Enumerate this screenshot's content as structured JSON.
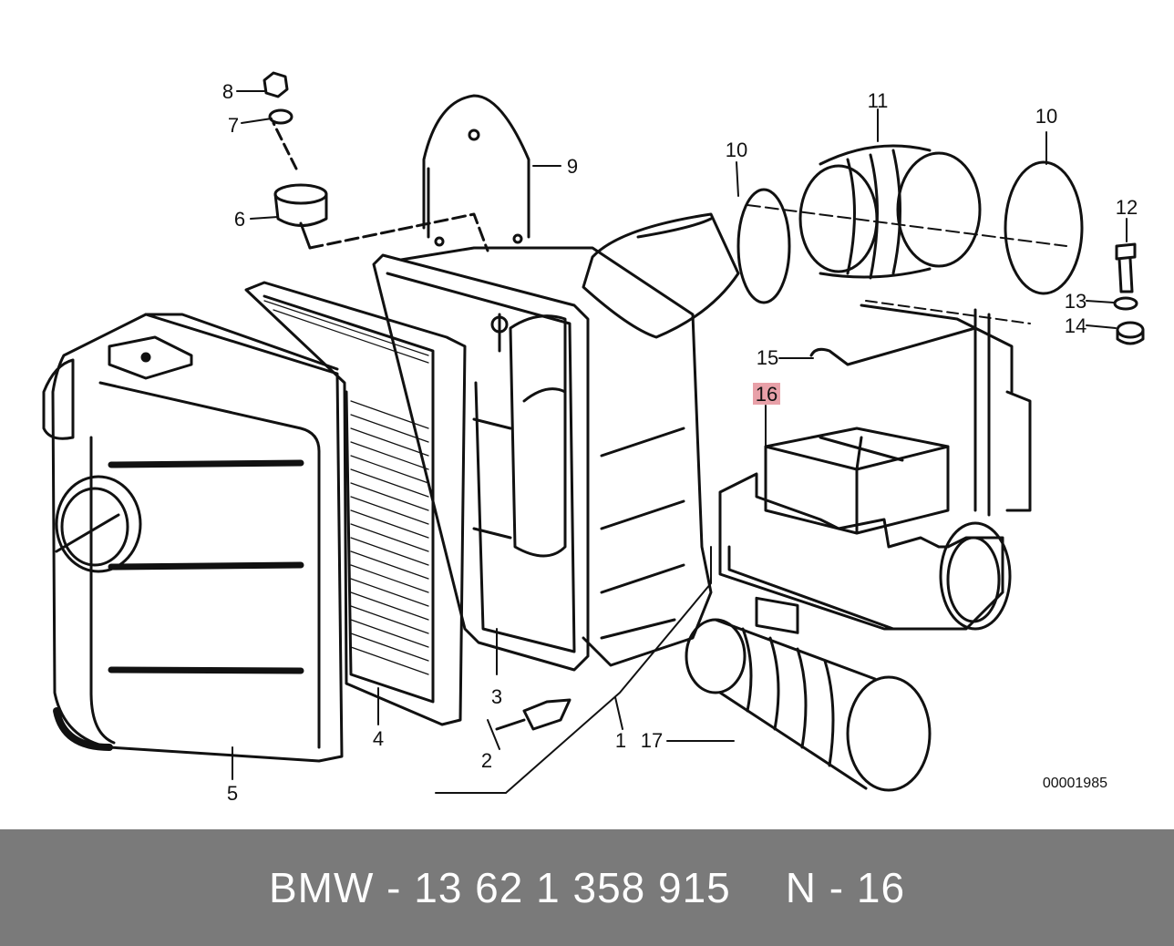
{
  "diagram": {
    "callouts": [
      {
        "id": "c1",
        "label": "1"
      },
      {
        "id": "c2",
        "label": "2"
      },
      {
        "id": "c3",
        "label": "3"
      },
      {
        "id": "c4",
        "label": "4"
      },
      {
        "id": "c5",
        "label": "5"
      },
      {
        "id": "c6",
        "label": "6"
      },
      {
        "id": "c7",
        "label": "7"
      },
      {
        "id": "c8",
        "label": "8"
      },
      {
        "id": "c9",
        "label": "9"
      },
      {
        "id": "c10a",
        "label": "10"
      },
      {
        "id": "c10b",
        "label": "10"
      },
      {
        "id": "c11",
        "label": "11"
      },
      {
        "id": "c12",
        "label": "12"
      },
      {
        "id": "c13",
        "label": "13"
      },
      {
        "id": "c14",
        "label": "14"
      },
      {
        "id": "c15",
        "label": "15"
      },
      {
        "id": "c16",
        "label": "16"
      },
      {
        "id": "c17",
        "label": "17"
      }
    ],
    "highlighted_callout": "16",
    "highlight_color": "#e8a0a8",
    "drawing_number": "00001985"
  },
  "footer": {
    "part_number": "BMW - 13 62 1 358 915",
    "position": "N - 16",
    "background": "#7a7a7a"
  }
}
